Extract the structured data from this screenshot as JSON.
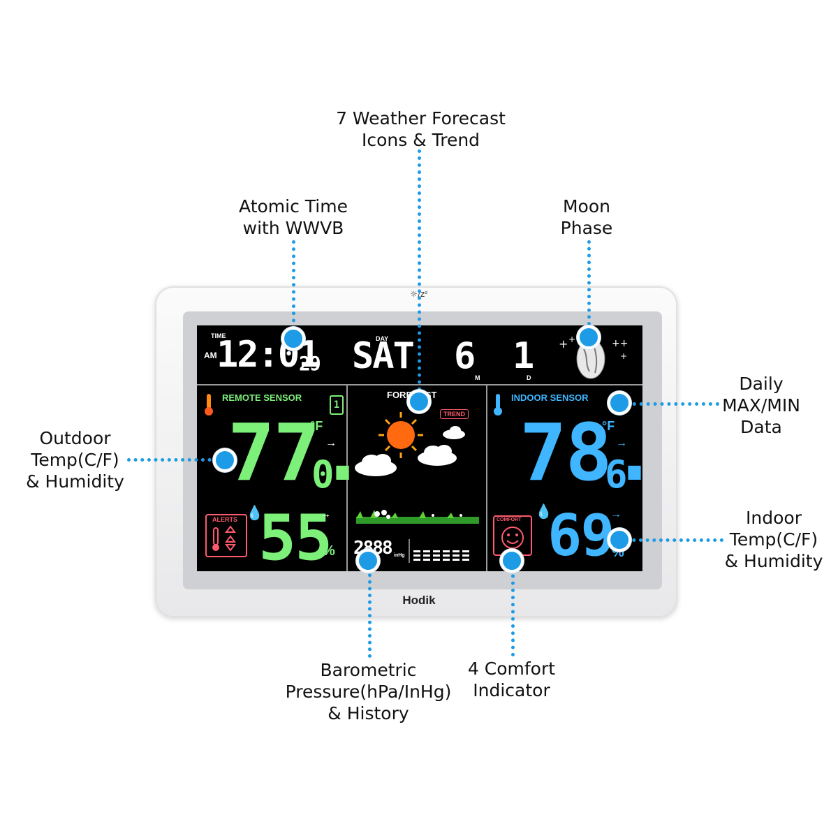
{
  "callouts": {
    "forecast": "7 Weather Forecast\nIcons & Trend",
    "atomic_time": "Atomic Time\nwith WWVB",
    "moon_phase": "Moon\nPhase",
    "daily_maxmin": "Daily\nMAX/MIN\nData",
    "outdoor": "Outdoor\nTemp(C/F)\n& Humidity",
    "indoor": "Indoor\nTemp(C/F)\n& Humidity",
    "barometric": "Barometric\nPressure(hPa/InHg)\n& History",
    "comfort": "4 Comfort\nIndicator"
  },
  "device": {
    "brand": "Hodik",
    "backlight_label": "☼/zᶻ",
    "time_label": "TIME",
    "ampm": "AM",
    "time": "12:01",
    "seconds": "29",
    "day_label": "DAY",
    "day": "SAT",
    "month": "6",
    "month_suffix": "M",
    "date": "1",
    "date_suffix": "D",
    "remote_label": "REMOTE SENSOR",
    "channel": "1",
    "outdoor_temp_int": "77.",
    "outdoor_temp_dec": "0",
    "outdoor_unit": "°F",
    "alerts_label": "ALERTS",
    "outdoor_humidity": "55",
    "percent": "%",
    "forecast_label": "FORECAST",
    "trend_label": "TREND",
    "pressure": "2888",
    "pressure_unit": "inHg",
    "indoor_label": "INDOOR SENSOR",
    "indoor_temp_int": "78.",
    "indoor_temp_dec": "6",
    "indoor_unit": "°F",
    "comfort_label": "COMFORT",
    "indoor_humidity": "69",
    "arrow": "→"
  },
  "colors": {
    "accent_dot": "#1e9be6",
    "outdoor_green": "#7df07a",
    "indoor_blue": "#3fb6ff",
    "alert_red": "#ff5a6e",
    "sun_orange": "#ff8a10"
  }
}
